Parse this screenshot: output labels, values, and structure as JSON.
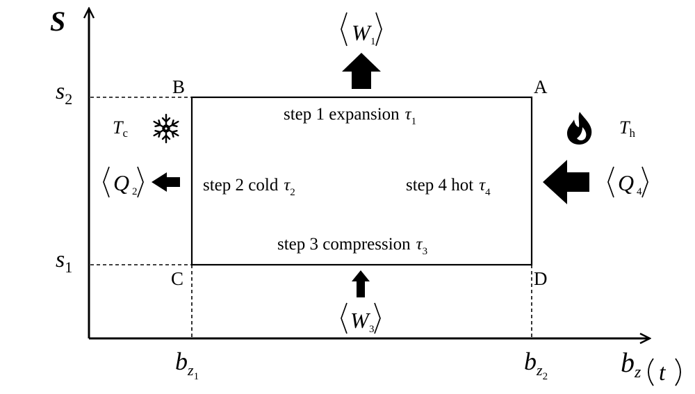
{
  "axes": {
    "y_symbol": "S",
    "x_symbol": "b",
    "x_sub": "z",
    "x_arg": "t",
    "s_sym": "s",
    "s2_sub": "2",
    "s1_sub": "1",
    "bz1_sub": "1",
    "bz2_sub": "2"
  },
  "corners": {
    "A": "A",
    "B": "B",
    "C": "C",
    "D": "D"
  },
  "steps": {
    "step1": "step 1 expansion",
    "step2": "step 2 cold",
    "step3": "step 3 compression",
    "step4": "step 4 hot",
    "tau_sym": "τ",
    "tau1_sub": "1",
    "tau2_sub": "2",
    "tau3_sub": "3",
    "tau4_sub": "4"
  },
  "quantities": {
    "W_sym": "W",
    "W1_sub": "1",
    "W3_sub": "3",
    "Q_sym": "Q",
    "Q2_sub": "2",
    "Q4_sub": "4",
    "lang": "⟨",
    "rang": "⟩"
  },
  "reservoirs": {
    "T_sym": "T",
    "cold_sub": "c",
    "hot_sub": "h"
  },
  "icons": {
    "cold": "snowflake-icon",
    "hot": "flame-icon"
  },
  "colors": {
    "ink": "#000000",
    "background": "#ffffff"
  }
}
